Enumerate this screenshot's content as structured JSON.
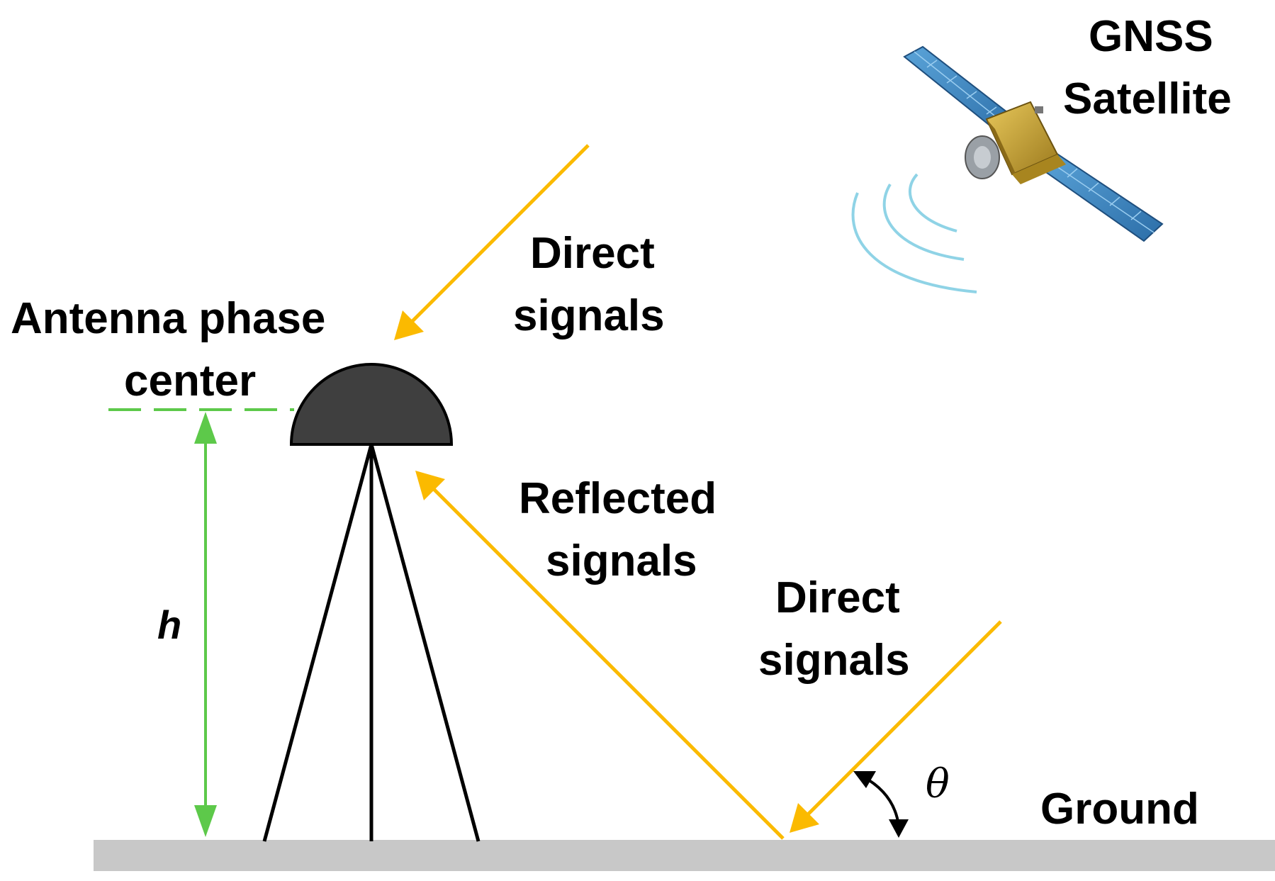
{
  "labels": {
    "satellite_line1": "GNSS",
    "satellite_line2": "Satellite",
    "direct_top_line1": "Direct",
    "direct_top_line2": "signals",
    "antenna_line1": "Antenna phase",
    "antenna_line2": "center",
    "reflected_line1": "Reflected",
    "reflected_line2": "signals",
    "direct_right_line1": "Direct",
    "direct_right_line2": "signals",
    "height_symbol": "h",
    "angle_symbol": "θ",
    "ground": "Ground"
  },
  "colors": {
    "signal": "#FBBA00",
    "height_marker": "#5DC94A",
    "ground": "#C8C8C8",
    "antenna_dome": "#3F3F3F",
    "tripod": "#000000",
    "satellite_panel": "#3E86C2",
    "satellite_body": "#C9A233",
    "radio_waves": "#8FD3E6"
  },
  "icons": {
    "satellite": "satellite-icon",
    "radio_waves": "radio-waves-icon",
    "antenna": "antenna-icon"
  }
}
